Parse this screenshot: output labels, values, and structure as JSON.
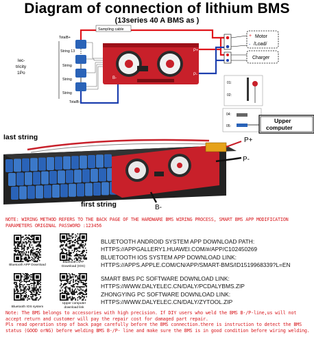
{
  "header": {
    "title": "Diagram of connection of lithium BMS",
    "subtitle": "(13series  40 A BMS as )"
  },
  "wiring_diagram": {
    "total_b_plus": "TotalB+",
    "total_b_minus": "TotalB-",
    "sampling_cable": "Sampling cable",
    "string_13": "String 13",
    "string_2": "String",
    "string_1a": "String",
    "string_1b": "String",
    "side_label_1": "lec-",
    "side_label_2": "tricity",
    "side_label_3": "1Po",
    "p_plus": "P+",
    "p_minus": "P-",
    "b_minus": "B-",
    "motor_load": "Motor\n/Load/",
    "charger": "Charger",
    "pin_01": "01:",
    "pin_02": "02:",
    "pin_04": "04:",
    "pin_05": "05:",
    "upper_computer": "Upper computer"
  },
  "product_photo": {
    "last_string": "last string",
    "first_string": "first string",
    "p_plus": "P+",
    "p_minus": "P-",
    "b_minus": "B-"
  },
  "notes": {
    "top_note": "NOTE: WIRING METHOD REFERS TO THE BACK PAGE OF THE HARDWARE BMS WIRING PROCESS, SMART BMS APP MODIFICATION PARAMETERS ORIGINAL PASSWORD :123456",
    "bottom_note_1": "Note: The BMS belongs to accessories with high precision. If DIY users who weld the BMS B-/P-line,us will not accept return and customer will pay the repair cost for damaged part repair.",
    "bottom_note_2": "Pls read operation step of back page carefully before the BMS connection.there is instruction to detect the BMS status (GOOD orNG) before welding BMS B-/P- line and make sure the BMS is in good condition before wiring welding."
  },
  "downloads": {
    "android_title": "BLUETOOTH ANDROID SYSTEM APP DOWNLOAD PATH:",
    "android_url": "HTTPS://APPGALLERY1.HUAWEI.COM/#/APP/C102450269",
    "ios_title": "BLUETOOTH IOS SYSTEM APP DOWNLOAD LINK:",
    "ios_url": "HTTPS://APPS.APPLE.COM/CN/APP/SMART-BMS/ID1519968339?L=EN",
    "pc_title": "SMART BMS  PC SOFTWARE DOWNLOAD LINK:",
    "pc_url": "HTTPS://WWW.DALYELEC.CN/DALY/PCDALYBMS.ZIP",
    "zy_title": "ZHONGYING PC SOFTWARE DOWNLOAD LINK:",
    "zy_url": "HTTPS://WWW.DALYELEC.CN/DALY/ZYTOOL.ZIP",
    "qr_bt_app": "Bluetooth APP Download",
    "qr_bt_ios": "Bluetooth APP Download (IOS)",
    "qr_bt_ios_sys": "Bluetooth IOS system",
    "qr_upper": "Upper computer download link"
  },
  "colors": {
    "red": "#d8191e",
    "bms_red": "#c8202a",
    "battery_blue": "#2a63b8",
    "wire_red": "#e0161c",
    "wire_blue": "#1d3fae"
  }
}
